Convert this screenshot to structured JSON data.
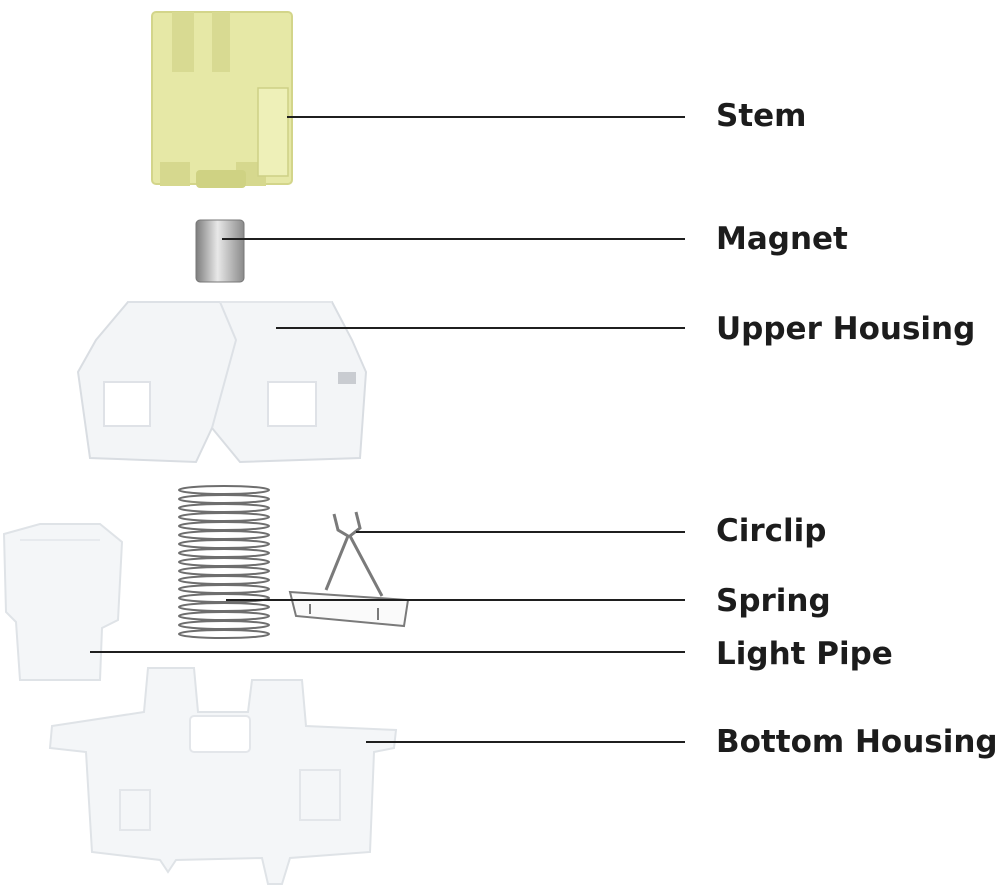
{
  "diagram": {
    "title": "",
    "labels": {
      "stem": "Stem",
      "magnet": "Magnet",
      "upper_housing": "Upper Housing",
      "circlip": "Circlip",
      "spring": "Spring",
      "light_pipe": "Light Pipe",
      "bottom_housing": "Bottom Housing"
    },
    "colors": {
      "stem": "#e6e8a6",
      "magnet": "#a8a8a8",
      "housing": "#f3f5f7",
      "spring": "#6e6e6e",
      "leader_line": "#1f1f1f",
      "label_text": "#1c1c1c"
    }
  }
}
